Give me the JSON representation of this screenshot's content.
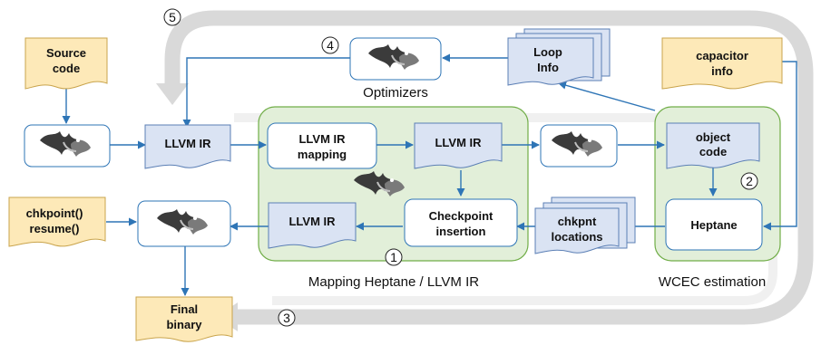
{
  "colors": {
    "loop_arrow": "#d9d9d9",
    "green_region_fill": "#e2efd9",
    "green_region_stroke": "#70ad47",
    "ir_fill": "#dae3f3",
    "ir_stroke": "#5b7fb5",
    "input_fill": "#fde9b8",
    "input_stroke": "#c9a44c",
    "arrow": "#2e75b6"
  },
  "icons": [
    "llvm-dragon-icon"
  ],
  "nodes": {
    "source_code": [
      "Source",
      "code"
    ],
    "llvm_ir_main": "LLVM IR",
    "optimizers": "Optimizers",
    "loop_info": [
      "Loop",
      "Info"
    ],
    "capacitor_info": [
      "capacitor",
      "info"
    ],
    "llvm_ir_mapping": [
      "LLVM IR",
      "mapping"
    ],
    "llvm_ir_mapped": "LLVM IR",
    "llvm_ir_checkpointed": "LLVM IR",
    "checkpoint_insertion": [
      "Checkpoint",
      "insertion"
    ],
    "object_code": [
      "object",
      "code"
    ],
    "heptane": "Heptane",
    "chkpnt_locations": [
      "chkpnt",
      "locations"
    ],
    "runtime_functions": [
      "chkpoint()",
      "resume()"
    ],
    "final_binary": [
      "Final",
      "binary"
    ]
  },
  "regions": {
    "mapping": "Mapping Heptane / LLVM IR",
    "wcec": "WCEC estimation"
  },
  "steps": [
    "1",
    "2",
    "3",
    "4",
    "5"
  ]
}
